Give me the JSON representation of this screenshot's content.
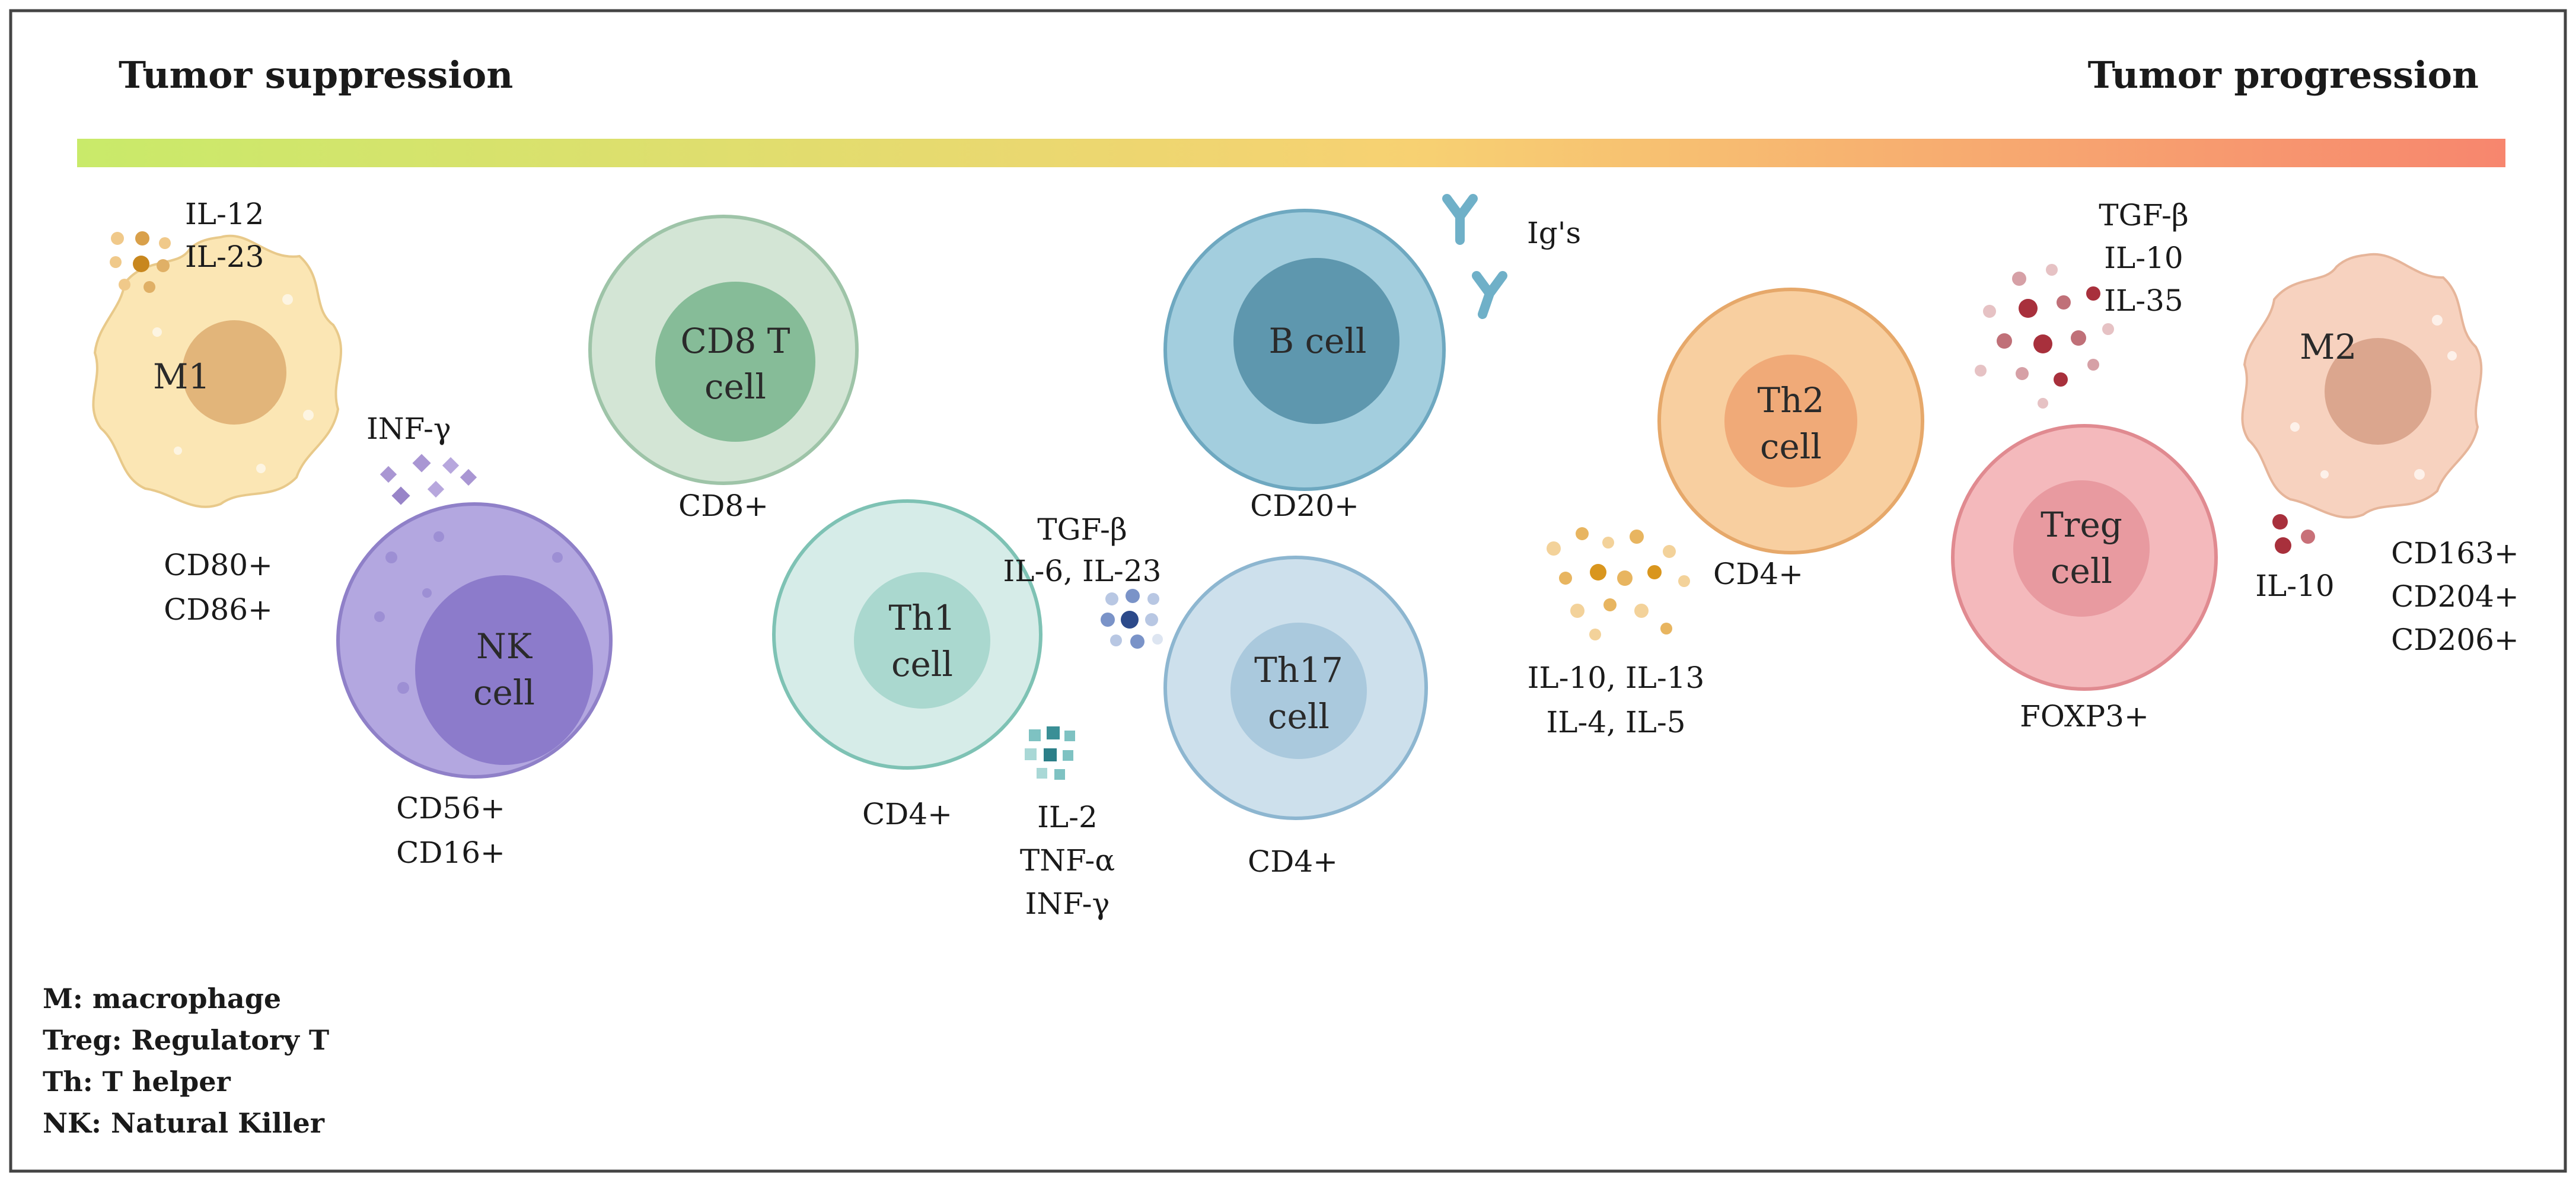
{
  "header": {
    "left": "Tumor suppression",
    "right": "Tumor progression",
    "gradient": [
      "#c9ea6a",
      "#f7d172",
      "#f7866e"
    ]
  },
  "cells": {
    "m1": {
      "name": "M1",
      "markers": [
        "CD80+",
        "CD86+"
      ],
      "cytokines": [
        "IL-12",
        "IL-23"
      ]
    },
    "nk": {
      "name": [
        "NK",
        "cell"
      ],
      "markers": [
        "CD56+",
        "CD16+"
      ],
      "cytokines": [
        "INF-γ"
      ]
    },
    "cd8": {
      "name": [
        "CD8 T",
        "cell"
      ],
      "markers": [
        "CD8+"
      ]
    },
    "th1": {
      "name": [
        "Th1",
        "cell"
      ],
      "markers": [
        "CD4+"
      ],
      "cytokines": [
        "IL-2",
        "TNF-α",
        "INF-γ"
      ]
    },
    "bcell": {
      "name": "B cell",
      "markers": [
        "CD20+"
      ],
      "cytokines": [
        "Ig's"
      ]
    },
    "th17": {
      "name": [
        "Th17",
        "cell"
      ],
      "markers": [
        "CD4+"
      ],
      "cytokines": [
        "TGF-β",
        "IL-6, IL-23"
      ]
    },
    "th2": {
      "name": [
        "Th2",
        "cell"
      ],
      "markers": [
        "CD4+"
      ],
      "cytokines": [
        "IL-10, IL-13",
        "IL-4, IL-5"
      ]
    },
    "treg": {
      "name": [
        "Treg",
        "cell"
      ],
      "markers": [
        "FOXP3+"
      ],
      "cytokines": [
        "TGF-β",
        "IL-10",
        "IL-35"
      ]
    },
    "m2": {
      "name": "M2",
      "markers": [
        "CD163+",
        "CD204+",
        "CD206+"
      ],
      "cytokines": [
        "IL-10"
      ]
    }
  },
  "legend": [
    {
      "abbr": "M",
      "text": ": macrophage"
    },
    {
      "abbr": "Treg",
      "text": ": Regulatory T"
    },
    {
      "abbr": "Th",
      "text": ": T helper"
    },
    {
      "abbr": "NK",
      "text": ": Natural Killer"
    }
  ],
  "colors": {
    "m1": "#fbe6b4",
    "m2": "#f7d2bf",
    "nk": "#b3a7e0",
    "cd8": "#d3e5d5",
    "th1": "#d6ece8",
    "bcell": "#a3cede",
    "th17": "#cde0ec",
    "th2": "#f8cfa0",
    "treg": "#f4b9bc",
    "border": "#444444"
  }
}
